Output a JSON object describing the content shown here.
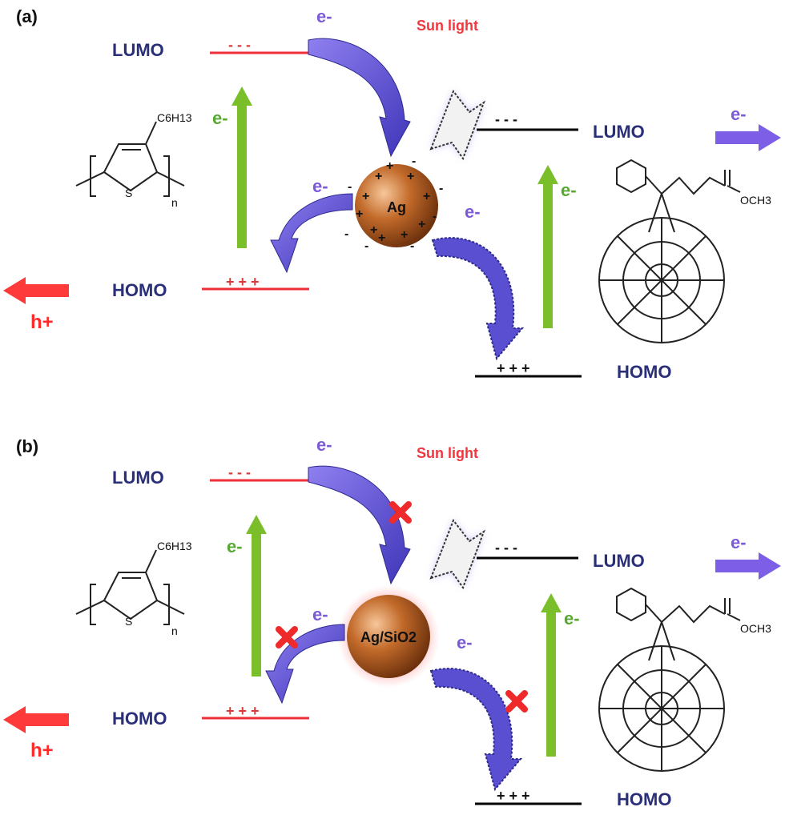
{
  "panel_a": {
    "label": "(a)",
    "p3ht": {
      "lumo": "LUMO",
      "homo": "HOMO",
      "lumo_charges": "- - -",
      "homo_charges": "+ + +"
    },
    "pcbm": {
      "lumo": "LUMO",
      "homo": "HOMO",
      "lumo_charges": "- - -",
      "homo_charges": "+ + +"
    },
    "nanoparticle": "Ag",
    "sunlight": "Sun light",
    "electron": "e-",
    "hole": "h+"
  },
  "panel_b": {
    "label": "(b)",
    "p3ht": {
      "lumo": "LUMO",
      "homo": "HOMO",
      "lumo_charges": "- - -",
      "homo_charges": "+ + +"
    },
    "pcbm": {
      "lumo": "LUMO",
      "homo": "HOMO",
      "lumo_charges": "- - -",
      "homo_charges": "+ + +"
    },
    "nanoparticle": "Ag/SiO2",
    "sunlight": "Sun light",
    "electron": "e-",
    "hole": "h+"
  },
  "chem": {
    "p3ht_sidechain": "C6H13",
    "p3ht_s": "S",
    "p3ht_n": "n",
    "pcbm_ester": "OCH3"
  },
  "colors": {
    "p3ht_level": "#ef2f3a",
    "pcbm_level": "#000000",
    "arrow_purple": "#6f5fd6",
    "arrow_green": "#7abf2a",
    "hole_red": "#ff3a3a",
    "block_red": "#ee2a2a"
  }
}
